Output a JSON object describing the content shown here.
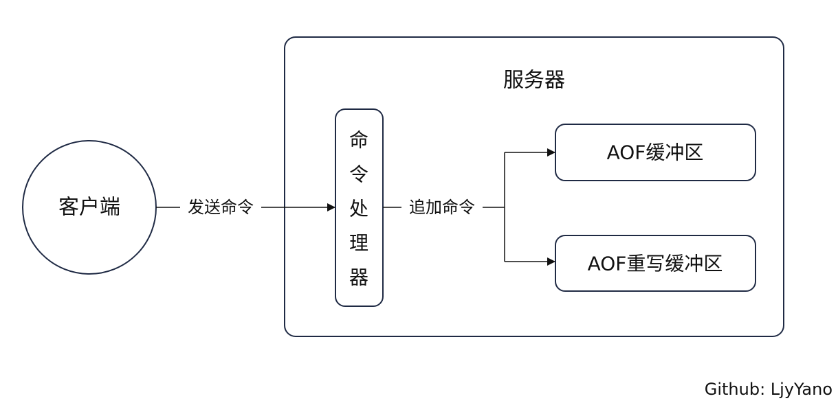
{
  "diagram": {
    "client": "客户端",
    "server_label": "服务器",
    "processor_chars": [
      "命",
      "令",
      "处",
      "理",
      "器"
    ],
    "aof_buffer": "AOF缓冲区",
    "aof_rewrite_buffer": "AOF重写缓冲区",
    "edge_send": "发送命令",
    "edge_append": "追加命令"
  },
  "watermark": "Github: LjyYano",
  "colors": {
    "border": "#1f2a44",
    "line": "#111111"
  }
}
